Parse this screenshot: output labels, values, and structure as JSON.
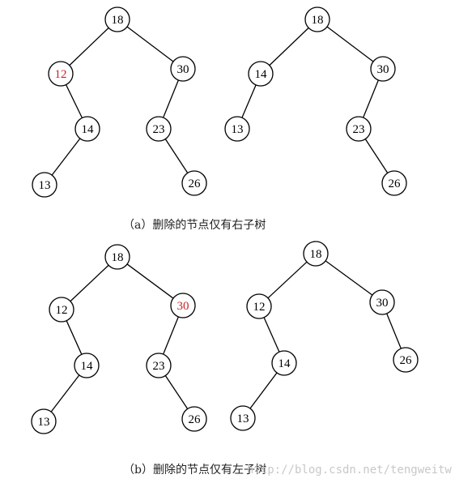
{
  "colors": {
    "normal": "#000000",
    "deleted": "#cc2222"
  },
  "captions": {
    "a": "（a）删除的节点仅有右子树",
    "b": "（b）删除的节点仅有左子树"
  },
  "watermark": "http://blog.csdn.net/tengweitw",
  "trees": [
    {
      "id": "a-before",
      "nodes": [
        {
          "id": "n18",
          "label": "18"
        },
        {
          "id": "n12",
          "label": "12",
          "deleted": true
        },
        {
          "id": "n30",
          "label": "30"
        },
        {
          "id": "n14",
          "label": "14"
        },
        {
          "id": "n23",
          "label": "23"
        },
        {
          "id": "n13",
          "label": "13"
        },
        {
          "id": "n26",
          "label": "26"
        }
      ],
      "edges": [
        [
          "n18",
          "n12"
        ],
        [
          "n18",
          "n30"
        ],
        [
          "n12",
          "n14"
        ],
        [
          "n14",
          "n13"
        ],
        [
          "n30",
          "n23"
        ],
        [
          "n23",
          "n26"
        ]
      ]
    },
    {
      "id": "a-after",
      "nodes": [
        {
          "id": "n18",
          "label": "18"
        },
        {
          "id": "n14",
          "label": "14"
        },
        {
          "id": "n30",
          "label": "30"
        },
        {
          "id": "n13",
          "label": "13"
        },
        {
          "id": "n23",
          "label": "23"
        },
        {
          "id": "n26",
          "label": "26"
        }
      ],
      "edges": [
        [
          "n18",
          "n14"
        ],
        [
          "n18",
          "n30"
        ],
        [
          "n14",
          "n13"
        ],
        [
          "n30",
          "n23"
        ],
        [
          "n23",
          "n26"
        ]
      ]
    },
    {
      "id": "b-before",
      "nodes": [
        {
          "id": "n18",
          "label": "18"
        },
        {
          "id": "n12",
          "label": "12"
        },
        {
          "id": "n30",
          "label": "30",
          "deleted": true
        },
        {
          "id": "n14",
          "label": "14"
        },
        {
          "id": "n23",
          "label": "23"
        },
        {
          "id": "n13",
          "label": "13"
        },
        {
          "id": "n26",
          "label": "26"
        }
      ],
      "edges": [
        [
          "n18",
          "n12"
        ],
        [
          "n18",
          "n30"
        ],
        [
          "n12",
          "n14"
        ],
        [
          "n14",
          "n13"
        ],
        [
          "n30",
          "n23"
        ],
        [
          "n23",
          "n26"
        ]
      ]
    },
    {
      "id": "b-after",
      "nodes": [
        {
          "id": "n18",
          "label": "18"
        },
        {
          "id": "n12",
          "label": "12"
        },
        {
          "id": "n30",
          "label": "30"
        },
        {
          "id": "n14",
          "label": "14"
        },
        {
          "id": "n13",
          "label": "13"
        },
        {
          "id": "n26",
          "label": "26"
        }
      ],
      "edges": [
        [
          "n18",
          "n12"
        ],
        [
          "n18",
          "n30"
        ],
        [
          "n12",
          "n14"
        ],
        [
          "n14",
          "n13"
        ],
        [
          "n30",
          "n26"
        ]
      ]
    }
  ]
}
